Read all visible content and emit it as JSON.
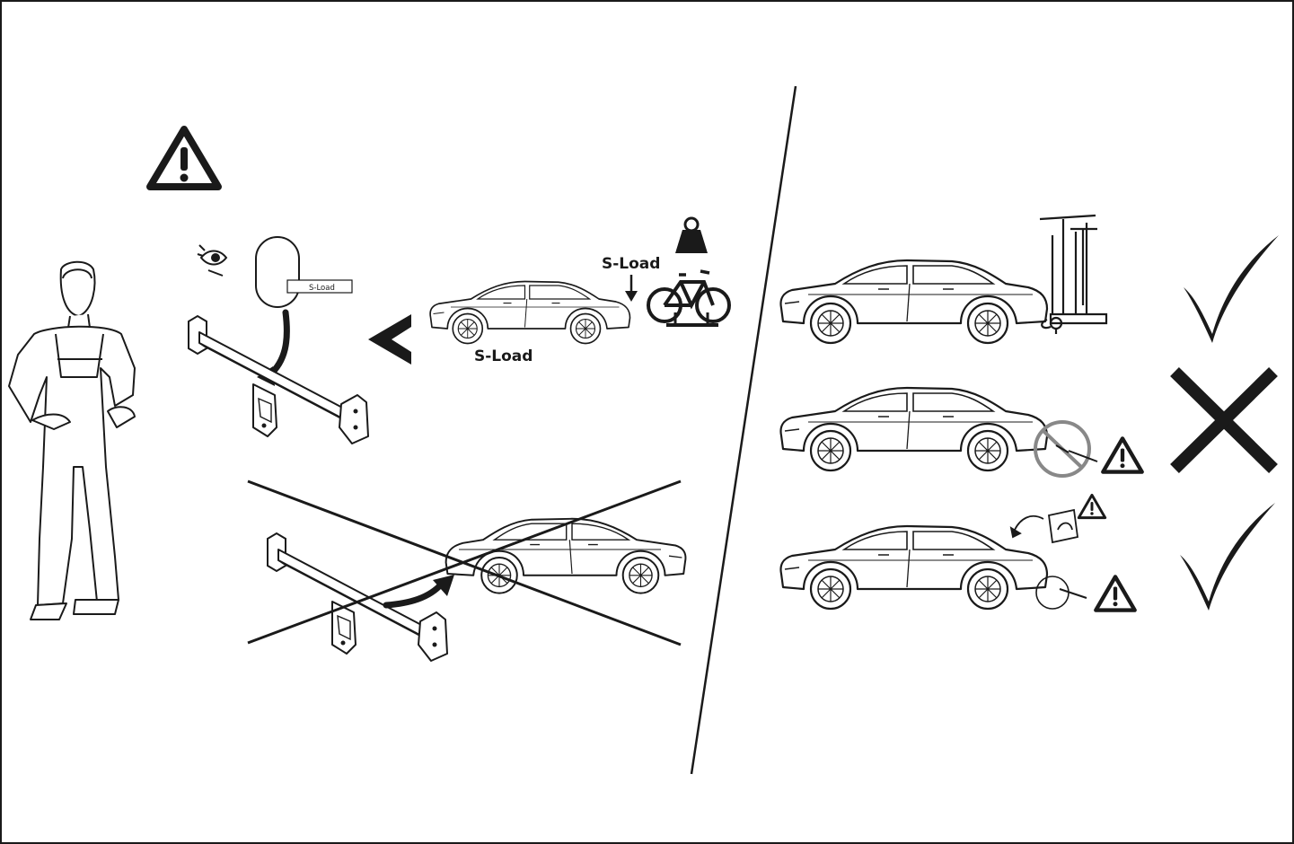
{
  "labels": {
    "bike_load": "S-Load",
    "car_load": "S-Load",
    "plate_tag": "S-Load"
  },
  "colors": {
    "ink": "#1a1a1a",
    "forbidden_circle": "#888888",
    "background": "#ffffff"
  },
  "icons": {
    "main_warning": "warning-triangle-icon",
    "inspect": "eye-icon",
    "weight": "weight-icon",
    "bicycle": "bicycle-icon",
    "less_than": "less-than-icon",
    "ok_top": "checkmark-icon",
    "not_ok": "cross-icon",
    "ok_bottom": "checkmark-icon"
  }
}
